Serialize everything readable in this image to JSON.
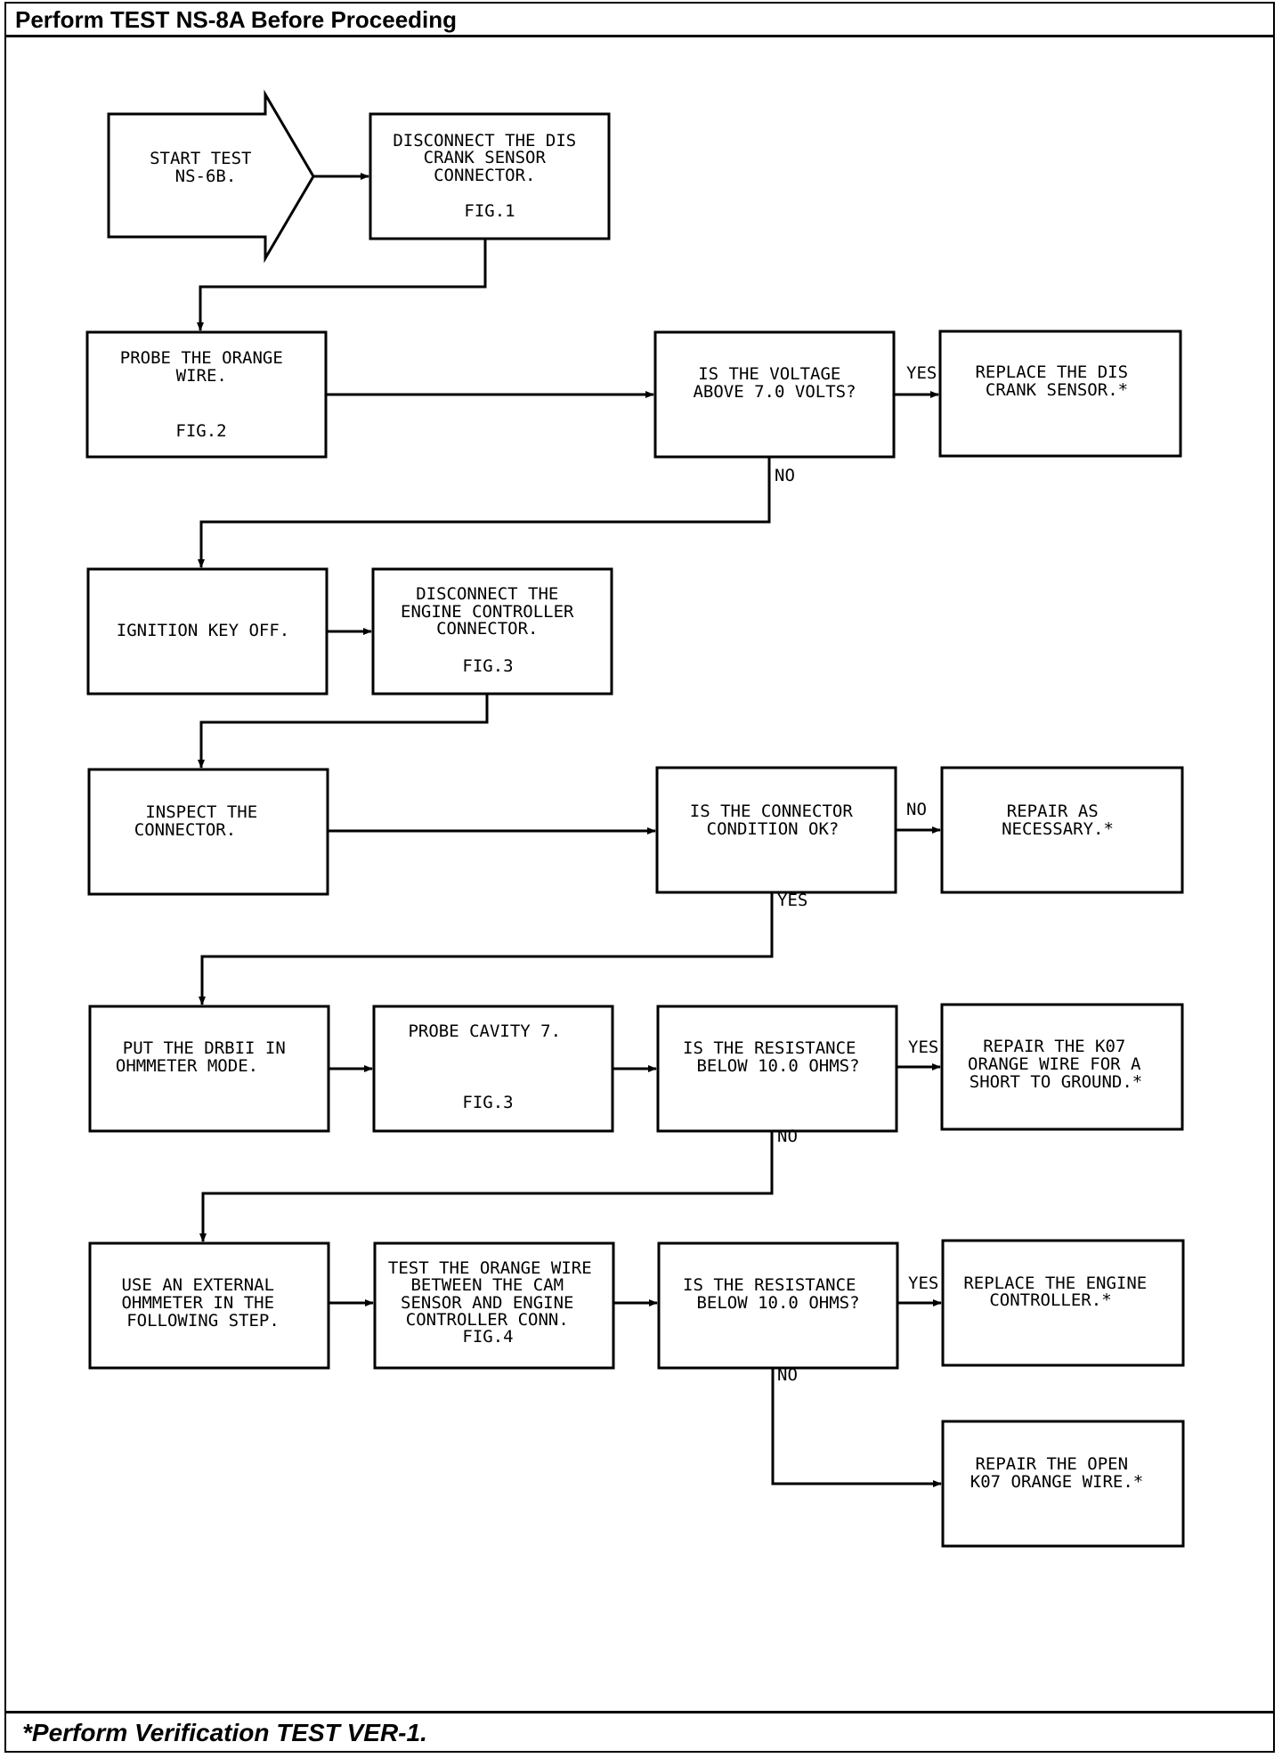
{
  "header": {
    "title": "Perform TEST NS-8A Before Proceeding"
  },
  "footer": {
    "note": "*Perform Verification TEST VER-1."
  },
  "flowchart": {
    "start": [
      "START TEST",
      "NS-6B."
    ],
    "boxes": {
      "disconnect_crank": [
        "DISCONNECT THE DIS",
        "CRANK SENSOR",
        "CONNECTOR.",
        "",
        "FIG.1"
      ],
      "probe_orange": [
        "PROBE THE ORANGE",
        "WIRE.",
        "",
        "",
        "FIG.2"
      ],
      "voltage_q": [
        "IS THE VOLTAGE",
        "ABOVE 7.0 VOLTS?"
      ],
      "replace_crank": [
        "REPLACE THE DIS",
        "CRANK SENSOR.*"
      ],
      "key_off": [
        "IGNITION KEY OFF."
      ],
      "disconnect_engine": [
        "DISCONNECT THE",
        "ENGINE CONTROLLER",
        "CONNECTOR.",
        "",
        "FIG.3"
      ],
      "inspect": [
        "INSPECT THE",
        "CONNECTOR."
      ],
      "connector_q": [
        "IS THE CONNECTOR",
        "CONDITION OK?"
      ],
      "repair_necessary": [
        "REPAIR AS",
        "NECESSARY.*"
      ],
      "ohmmeter_mode": [
        "PUT THE DRBII IN",
        "OHMMETER MODE."
      ],
      "probe_cavity": [
        "PROBE CAVITY 7.",
        "",
        "",
        "",
        "FIG.3"
      ],
      "resistance_q1": [
        "IS THE RESISTANCE",
        "BELOW 10.0 OHMS?"
      ],
      "repair_short": [
        "REPAIR THE K07",
        "ORANGE WIRE FOR A",
        "SHORT TO GROUND.*"
      ],
      "external_ohm": [
        "USE AN EXTERNAL",
        "OHMMETER IN THE",
        "FOLLOWING STEP."
      ],
      "test_orange": [
        "TEST THE ORANGE WIRE",
        "BETWEEN THE CAM",
        "SENSOR AND ENGINE",
        "CONTROLLER CONN.",
        "FIG.4"
      ],
      "resistance_q2": [
        "IS THE RESISTANCE",
        "BELOW 10.0 OHMS?"
      ],
      "replace_engine": [
        "REPLACE THE ENGINE",
        "CONTROLLER.*"
      ],
      "repair_open": [
        "REPAIR THE OPEN",
        "K07 ORANGE WIRE.*"
      ]
    },
    "labels": {
      "yes_voltage": "YES",
      "no_voltage": "NO",
      "no_connector": "NO",
      "yes_connector": "YES",
      "yes_res1": "YES",
      "no_res1": "NO",
      "yes_res2": "YES",
      "no_res2": "NO"
    }
  }
}
